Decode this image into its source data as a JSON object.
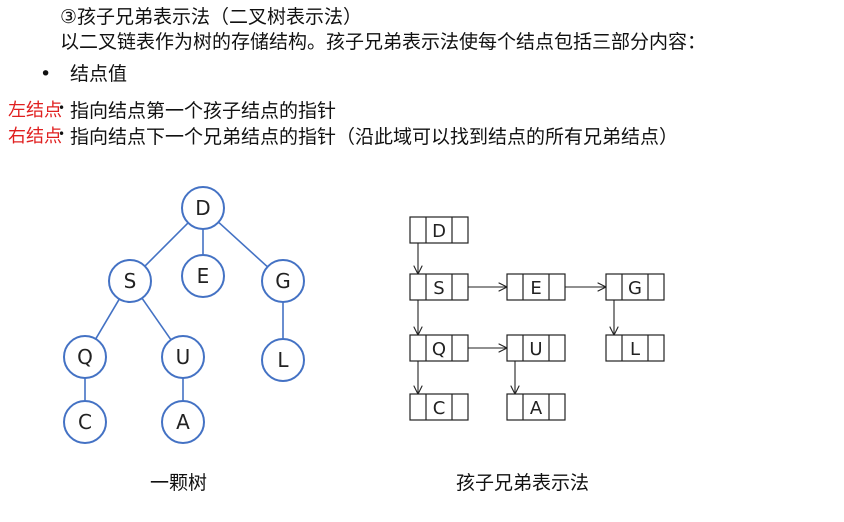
{
  "text": {
    "heading": "③孩子兄弟表示法（二叉树表示法）",
    "intro": "以二叉链表作为树的存储结构。孩子兄弟表示法使每个结点包括三部分内容：",
    "bullet_value": "结点值",
    "left_label": "左结点",
    "left_desc": "指向结点第一个孩子结点的指针",
    "right_label": "右结点",
    "right_desc": "指向结点下一个兄弟结点的指针（沿此域可以找到结点的所有兄弟结点）"
  },
  "tree": {
    "caption": "一颗树",
    "nodes": [
      "D",
      "S",
      "E",
      "G",
      "Q",
      "U",
      "L",
      "C",
      "A"
    ],
    "edges": [
      [
        "D",
        "S"
      ],
      [
        "D",
        "E"
      ],
      [
        "D",
        "G"
      ],
      [
        "S",
        "Q"
      ],
      [
        "S",
        "U"
      ],
      [
        "G",
        "L"
      ],
      [
        "Q",
        "C"
      ],
      [
        "U",
        "A"
      ]
    ]
  },
  "child_sibling": {
    "caption": "孩子兄弟表示法",
    "boxes": [
      "D",
      "S",
      "E",
      "G",
      "Q",
      "U",
      "L",
      "C",
      "A"
    ],
    "first_child": [
      [
        "D",
        "S"
      ],
      [
        "S",
        "Q"
      ],
      [
        "Q",
        "C"
      ],
      [
        "U",
        "A"
      ],
      [
        "G",
        "L"
      ]
    ],
    "next_sibling": [
      [
        "S",
        "E"
      ],
      [
        "E",
        "G"
      ],
      [
        "Q",
        "U"
      ]
    ]
  },
  "colors": {
    "node_stroke": "#4472c4",
    "edge": "#4472c4",
    "box_stroke": "#222222",
    "label_red": "#e02020"
  }
}
